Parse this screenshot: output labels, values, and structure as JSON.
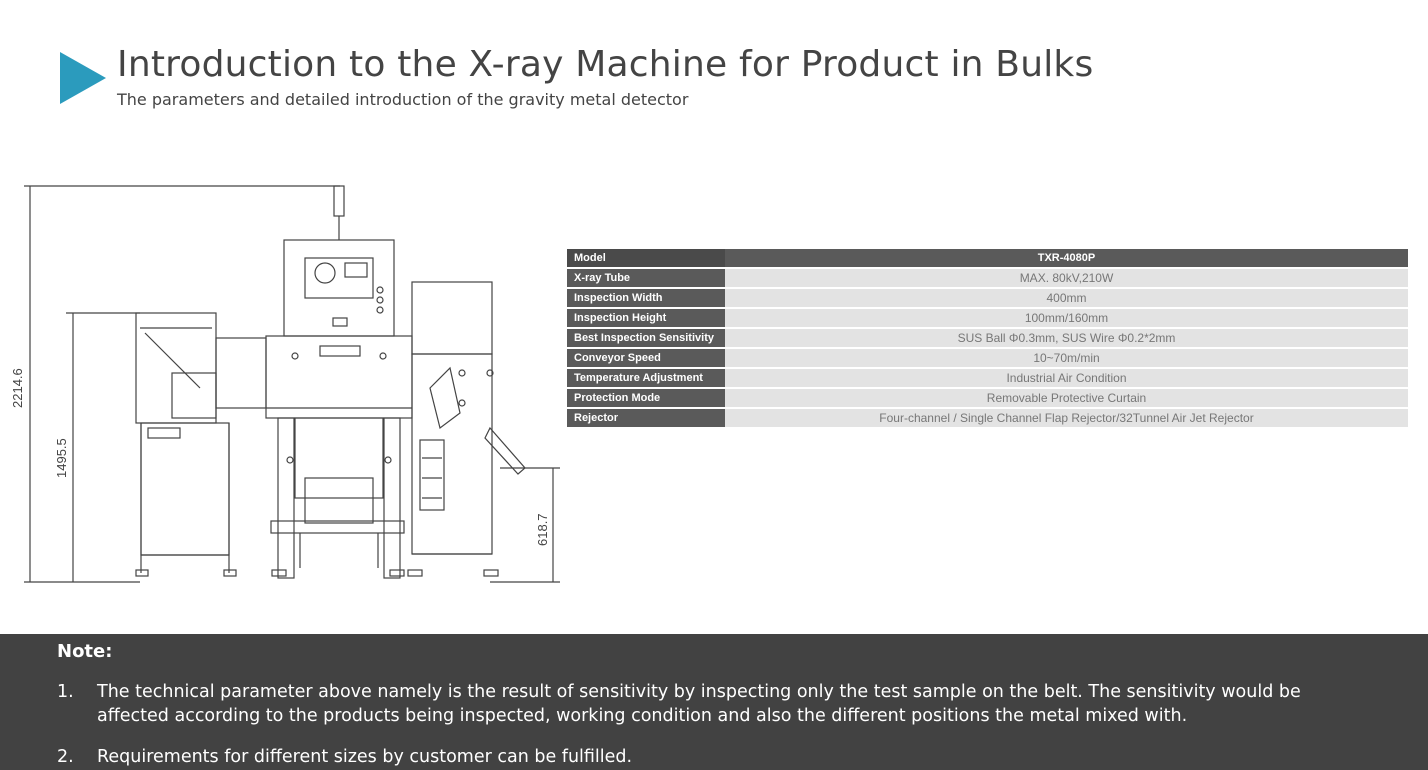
{
  "header": {
    "title": "Introduction to the X-ray Machine for Product in Bulks",
    "subtitle": "The parameters and detailed introduction of the gravity metal detector"
  },
  "drawing": {
    "dim_total_height": "2214.6",
    "dim_frame_height": "1495.5",
    "dim_conveyor_height": "618.7"
  },
  "specs": {
    "rows": [
      {
        "label": "Model",
        "value": "TXR-4080P"
      },
      {
        "label": "X-ray Tube",
        "value": "MAX. 80kV,210W"
      },
      {
        "label": "Inspection Width",
        "value": "400mm"
      },
      {
        "label": "Inspection Height",
        "value": "100mm/160mm"
      },
      {
        "label": "Best Inspection Sensitivity",
        "value": "SUS Ball Φ0.3mm, SUS Wire Φ0.2*2mm"
      },
      {
        "label": "Conveyor Speed",
        "value": "10~70m/min"
      },
      {
        "label": "Temperature Adjustment",
        "value": "Industrial Air Condition"
      },
      {
        "label": "Protection Mode",
        "value": "Removable Protective Curtain"
      },
      {
        "label": "Rejector",
        "value": "Four-channel / Single Channel Flap Rejector/32Tunnel Air Jet Rejector"
      }
    ]
  },
  "note": {
    "heading": "Note:",
    "items": [
      {
        "num": "1.",
        "text": "The technical parameter above namely is the result of sensitivity by inspecting only the test sample on the belt. The sensitivity would be affected according to the products being inspected, working condition and also the different positions the metal mixed with."
      },
      {
        "num": "2.",
        "text": "Requirements for different sizes by customer can be fulfilled."
      }
    ]
  },
  "colors": {
    "accent": "#2b9bbd",
    "note_background": "#424242",
    "table_label_bg": "#5a5a5a",
    "table_value_bg": "#e3e3e3"
  }
}
